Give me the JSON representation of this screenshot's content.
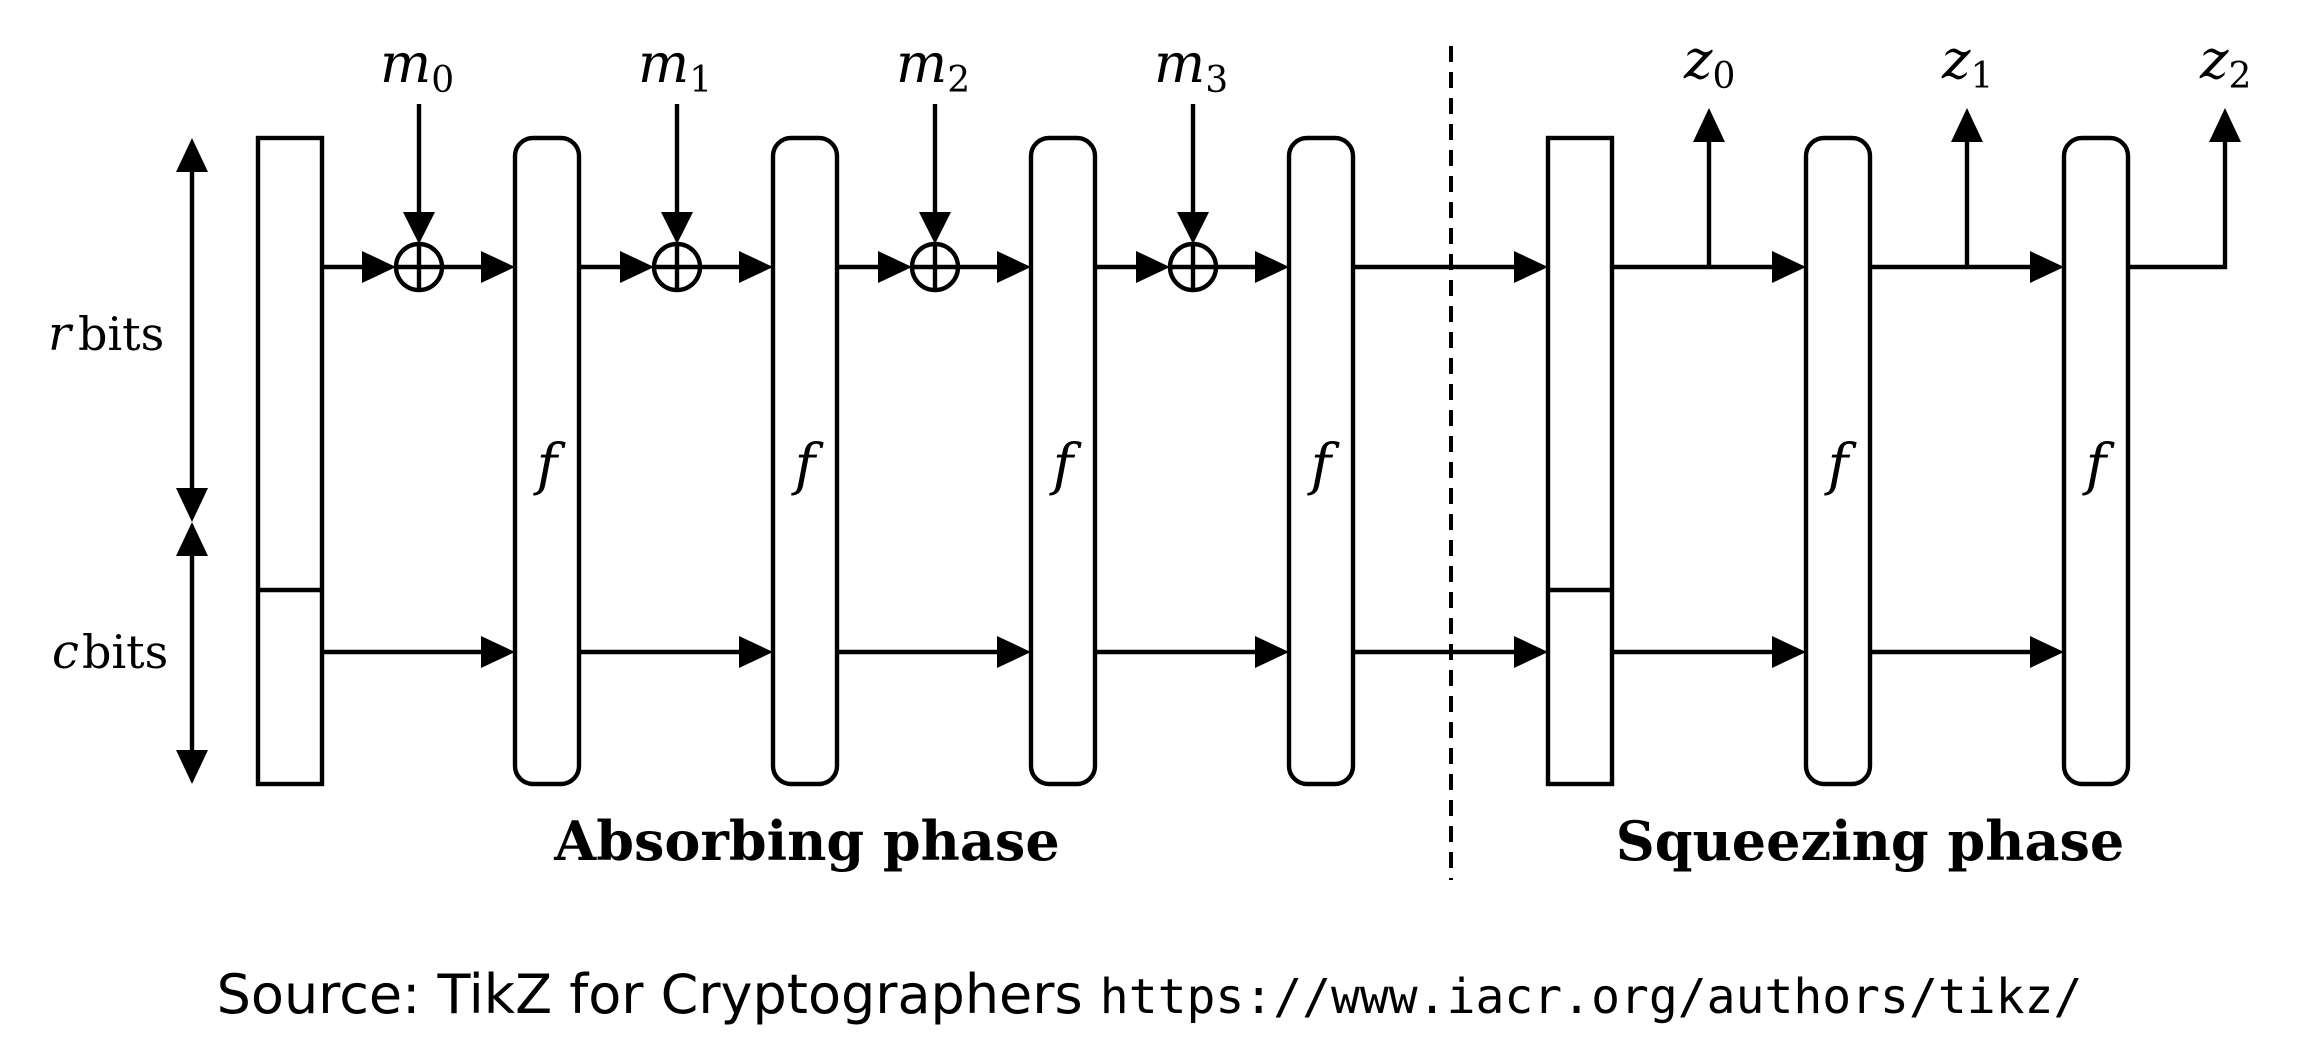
{
  "diagram": {
    "dim_labels": [
      {
        "var": "r",
        "text": "bits"
      },
      {
        "var": "c",
        "text": "bits"
      }
    ],
    "inputs": [
      {
        "base": "m",
        "sub": "0"
      },
      {
        "base": "m",
        "sub": "1"
      },
      {
        "base": "m",
        "sub": "2"
      },
      {
        "base": "m",
        "sub": "3"
      }
    ],
    "outputs": [
      {
        "base": "z",
        "sub": "0"
      },
      {
        "base": "z",
        "sub": "1"
      },
      {
        "base": "z",
        "sub": "2"
      }
    ],
    "function_label": "f",
    "phases": {
      "absorbing": "Absorbing phase",
      "squeezing": "Squeezing phase"
    }
  },
  "source": {
    "prefix": "Source: TikZ for Cryptographers",
    "url": "https://www.iacr.org/authors/tikz/"
  }
}
